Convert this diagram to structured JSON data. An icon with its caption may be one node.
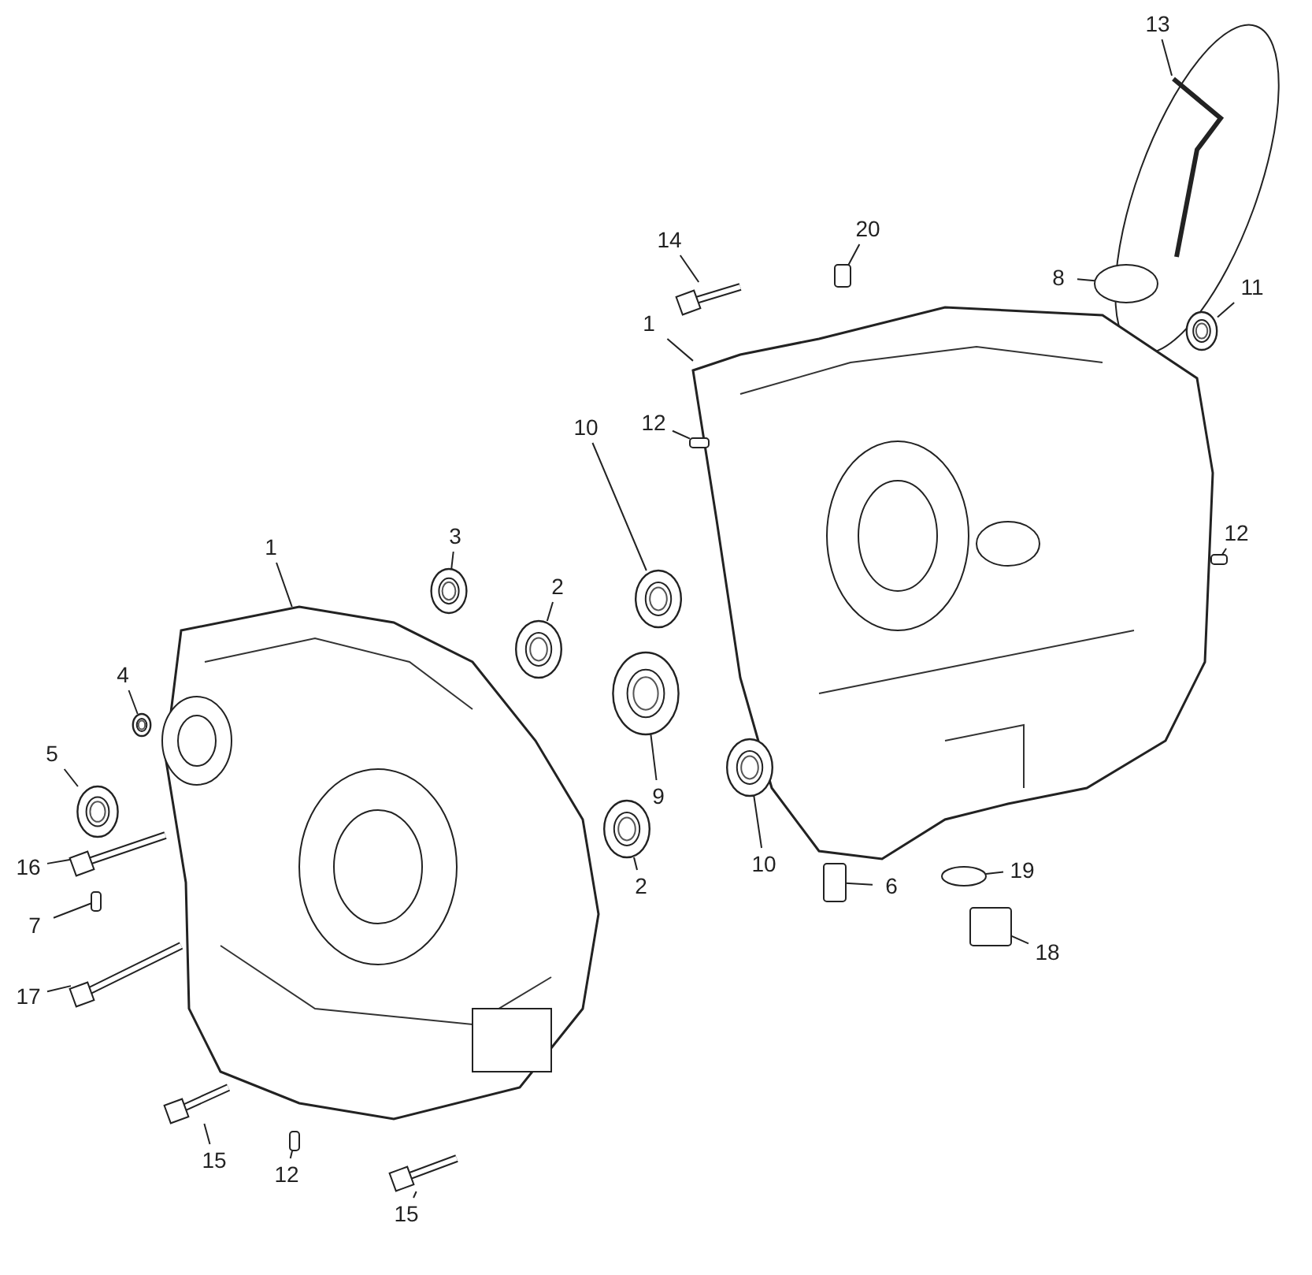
{
  "diagram": {
    "nodes": [
      {
        "text": [
          "13"
        ]
      },
      {
        "text": [
          "20"
        ]
      },
      {
        "text": [
          "14"
        ]
      },
      {
        "text": [
          "8"
        ]
      },
      {
        "text": [
          "11"
        ]
      },
      {
        "text": [
          "1"
        ]
      },
      {
        "text": [
          "12"
        ]
      },
      {
        "text": [
          "10"
        ]
      },
      {
        "text": [
          "12"
        ]
      },
      {
        "text": [
          "1"
        ]
      },
      {
        "text": [
          "3"
        ]
      },
      {
        "text": [
          "2"
        ]
      },
      {
        "text": [
          "4"
        ]
      },
      {
        "text": [
          "5"
        ]
      },
      {
        "text": [
          "9"
        ]
      },
      {
        "text": [
          "10"
        ]
      },
      {
        "text": [
          "2"
        ]
      },
      {
        "text": [
          "6"
        ]
      },
      {
        "text": [
          "19"
        ]
      },
      {
        "text": [
          "18"
        ]
      },
      {
        "text": [
          "16"
        ]
      },
      {
        "text": [
          "7"
        ]
      },
      {
        "text": [
          "17"
        ]
      },
      {
        "text": [
          "15"
        ]
      },
      {
        "text": [
          "12"
        ]
      },
      {
        "text": [
          "15"
        ]
      },
      {
        "text": [],
        "shape": "picture"
      },
      {
        "text": [],
        "shape": "box"
      },
      {
        "text": [],
        "shape": "picture"
      },
      {
        "text": [],
        "shape": "circle"
      },
      {
        "text": [],
        "shape": "picture"
      },
      {
        "text": [],
        "shape": "picture"
      },
      {
        "text": [],
        "shape": "box"
      },
      {
        "text": [],
        "shape": "picture"
      },
      {
        "text": [],
        "shape": "box"
      },
      {
        "text": [],
        "shape": "picture"
      },
      {
        "text": [],
        "shape": "picture"
      },
      {
        "text": [],
        "shape": "picture"
      },
      {
        "text": [],
        "shape": "picture"
      },
      {
        "text": [],
        "shape": "picture"
      },
      {
        "text": [],
        "shape": "picture"
      },
      {
        "text": [],
        "shape": "picture"
      },
      {
        "text": [],
        "shape": "picture"
      },
      {
        "text": [],
        "shape": "box"
      },
      {
        "text": [],
        "shape": "circle"
      },
      {
        "text": [],
        "shape": "box"
      },
      {
        "text": [],
        "shape": "picture"
      },
      {
        "text": [],
        "shape": "box"
      },
      {
        "text": [],
        "shape": "picture"
      },
      {
        "text": [],
        "shape": "picture"
      },
      {
        "text": [],
        "shape": "box"
      },
      {
        "text": [],
        "shape": "picture"
      }
    ],
    "edges": [
      {
        "from": 0,
        "to": 26,
        "arrow": "none"
      },
      {
        "from": 1,
        "to": 27,
        "arrow": "none"
      },
      {
        "from": 2,
        "to": 28,
        "arrow": "none"
      },
      {
        "from": 3,
        "to": 29,
        "arrow": "none"
      },
      {
        "from": 4,
        "to": 30,
        "arrow": "none"
      },
      {
        "from": 5,
        "to": 31,
        "arrow": "none"
      },
      {
        "from": 6,
        "to": 32,
        "arrow": "none"
      },
      {
        "from": 7,
        "to": 33,
        "arrow": "none"
      },
      {
        "from": 8,
        "to": 34,
        "arrow": "none"
      },
      {
        "from": 9,
        "to": 35,
        "arrow": "none"
      },
      {
        "from": 10,
        "to": 36,
        "arrow": "none"
      },
      {
        "from": 11,
        "to": 37,
        "arrow": "none"
      },
      {
        "from": 12,
        "to": 38,
        "arrow": "none"
      },
      {
        "from": 13,
        "to": 39,
        "arrow": "none"
      },
      {
        "from": 14,
        "to": 40,
        "arrow": "none"
      },
      {
        "from": 15,
        "to": 41,
        "arrow": "none"
      },
      {
        "from": 16,
        "to": 42,
        "arrow": "none"
      },
      {
        "from": 17,
        "to": 43,
        "arrow": "none"
      },
      {
        "from": 18,
        "to": 44,
        "arrow": "none"
      },
      {
        "from": 19,
        "to": 45,
        "arrow": "none"
      },
      {
        "from": 20,
        "to": 46,
        "arrow": "none"
      },
      {
        "from": 21,
        "to": 47,
        "arrow": "none"
      },
      {
        "from": 22,
        "to": 48,
        "arrow": "none"
      },
      {
        "from": 23,
        "to": 49,
        "arrow": "none"
      },
      {
        "from": 24,
        "to": 50,
        "arrow": "none"
      },
      {
        "from": 25,
        "to": 51,
        "arrow": "none"
      }
    ]
  }
}
